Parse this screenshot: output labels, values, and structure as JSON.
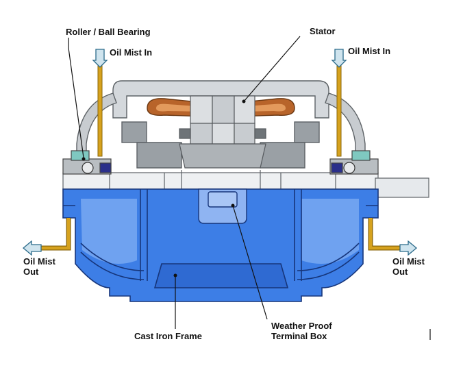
{
  "labels": {
    "roller_bearing": "Roller / Ball Bearing",
    "stator": "Stator",
    "oil_mist_in_left": "Oil Mist In",
    "oil_mist_in_right": "Oil Mist In",
    "oil_mist_out_left_1": "Oil Mist",
    "oil_mist_out_left_2": "Out",
    "oil_mist_out_right_1": "Oil Mist",
    "oil_mist_out_right_2": "Out",
    "cast_iron_frame": "Cast Iron Frame",
    "terminal_box_1": "Weather Proof",
    "terminal_box_2": "Terminal Box"
  },
  "colors": {
    "frame_blue": "#3d7ee6",
    "frame_light": "#6fa2f0",
    "frame_dark": "#1f4fa8",
    "housing_grey": "#d4d8dc",
    "housing_dark": "#8e9499",
    "winding_copper": "#b8642a",
    "oil_tube_gold": "#d6a21e",
    "bearing_teal": "#7fc8c0",
    "arrow_fill": "#cfe4ee"
  }
}
